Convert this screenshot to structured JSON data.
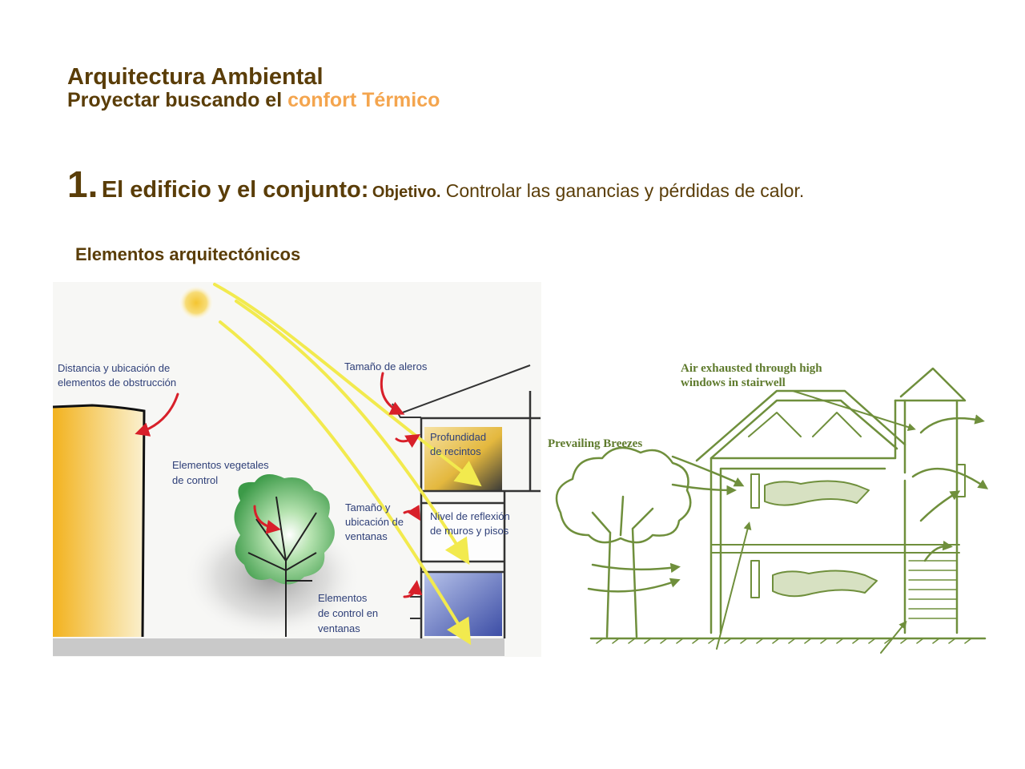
{
  "header": {
    "title": "Arquitectura Ambiental",
    "subtitle_prefix": "Proyectar buscando el ",
    "subtitle_accent": "confort  Térmico"
  },
  "heading": {
    "number": "1.",
    "title": "El edificio y el conjunto:",
    "objective_label": "Objetivo.",
    "objective_text": " Controlar las ganancias y pérdidas de calor",
    "period": "."
  },
  "section": {
    "title": "Elementos arquitectónicos"
  },
  "left_diagram": {
    "labels": {
      "obstruction_1": "Distancia y ubicación de",
      "obstruction_2": "elementos de obstrucción",
      "eaves": "Tamaño de aleros",
      "vegetation_1": "Elementos vegetales",
      "vegetation_2": "de control",
      "depth_1": "Profundidad",
      "depth_2": "de recintos",
      "windows_1": "Tamaño y",
      "windows_2": "ubicación de",
      "windows_3": "ventanas",
      "reflection_1": "Nivel de reflexión",
      "reflection_2": "de muros y pisos",
      "window_control_1": "Elementos",
      "window_control_2": "de control en",
      "window_control_3": "ventanas"
    }
  },
  "right_diagram": {
    "labels": {
      "exhaust_1": "Air exhausted through high",
      "exhaust_2": "windows in stairwell",
      "breezes": "Prevailing Breezes"
    }
  },
  "colors": {
    "text_brown": "#5a3d08",
    "accent_orange": "#f4a54e",
    "sun_ray": "#f2ea4e",
    "arrow_red": "#d8202a",
    "drawing_green": "#6f8f3c",
    "label_blue": "#2e3f78"
  }
}
